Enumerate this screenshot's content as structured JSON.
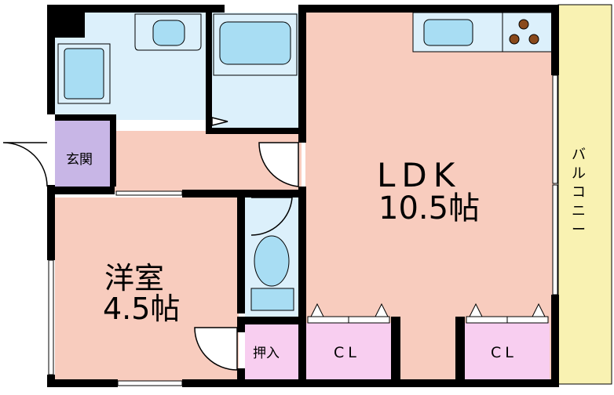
{
  "rooms": {
    "ldk_name": "LDK",
    "ldk_size": "10.5帖",
    "western_name": "洋室",
    "western_size": "4.5帖",
    "entrance": "玄関",
    "closet_small": "押入",
    "closet_a": "CL",
    "closet_b": "CL",
    "balcony_chars": [
      "バ",
      "ル",
      "コ",
      "ニ",
      "ー"
    ]
  },
  "colors": {
    "room_fill": "#f8ccbe",
    "wet_area": "#dcf0fb",
    "entrance": "#c8b6e6",
    "closet": "#f8cef0",
    "balcony": "#f9f2b2",
    "fixture": "#a8ddf3",
    "burner": "#8a4a1c",
    "wall": "#000000"
  }
}
